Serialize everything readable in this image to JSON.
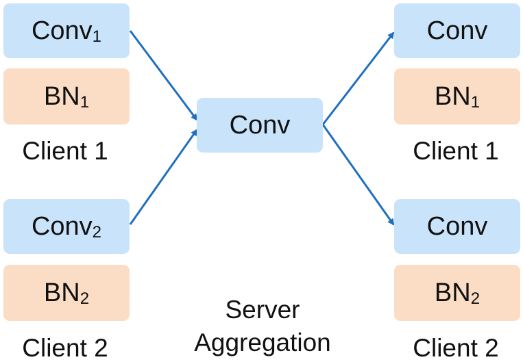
{
  "left": {
    "client1": {
      "conv_base": "Conv",
      "conv_sub": "1",
      "bn_base": "BN",
      "bn_sub": "1",
      "label": "Client 1"
    },
    "client2": {
      "conv_base": "Conv",
      "conv_sub": "2",
      "bn_base": "BN",
      "bn_sub": "2",
      "label": "Client 2"
    }
  },
  "center": {
    "conv": "Conv",
    "label_line1": "Server",
    "label_line2": "Aggregation"
  },
  "right": {
    "client1": {
      "conv": "Conv",
      "bn_base": "BN",
      "bn_sub": "1",
      "label": "Client 1"
    },
    "client2": {
      "conv": "Conv",
      "bn_base": "BN",
      "bn_sub": "2",
      "label": "Client 2"
    }
  },
  "colors": {
    "conv_fill": "#c9e4fa",
    "bn_fill": "#fbdcc4",
    "arrow": "#1f6fc0",
    "text": "#111111"
  }
}
